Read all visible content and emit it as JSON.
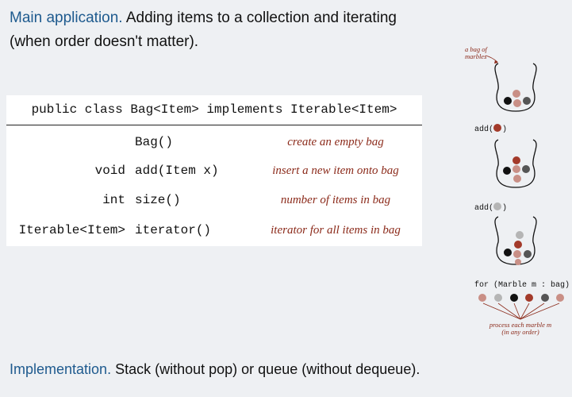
{
  "intro": {
    "title": "Main application.",
    "text_line1": "Adding items to a collection and iterating",
    "text_line2": "(when order doesn't matter)."
  },
  "api": {
    "header": "public class Bag<Item> implements Iterable<Item>",
    "rows": [
      {
        "ret": "",
        "sig": "Bag()",
        "desc": "create an empty bag"
      },
      {
        "ret": "void",
        "sig": "add(Item x)",
        "desc": "insert a new item onto bag"
      },
      {
        "ret": "int",
        "sig": "size()",
        "desc": "number of items in bag"
      },
      {
        "ret": "Iterable<Item>",
        "sig": "iterator()",
        "desc": "iterator for all items in bag"
      }
    ]
  },
  "figure": {
    "bag_label_line1": "a bag of",
    "bag_label_line2": "marbles",
    "add_label_1": "add(",
    "add_label_2": "add(",
    "close_paren": ")",
    "for_label": "for (Marble m : bag)",
    "process_line1": "process each marble m",
    "process_line2": "(in any order)",
    "colors": {
      "black": "#111111",
      "pink": "#c98f86",
      "red": "#a33a2a",
      "gray": "#b5b5b5",
      "dark": "#555555",
      "arrow": "#8b2a1a"
    }
  },
  "implementation": {
    "title": "Implementation.",
    "text": "Stack (without pop) or queue (without dequeue)."
  }
}
